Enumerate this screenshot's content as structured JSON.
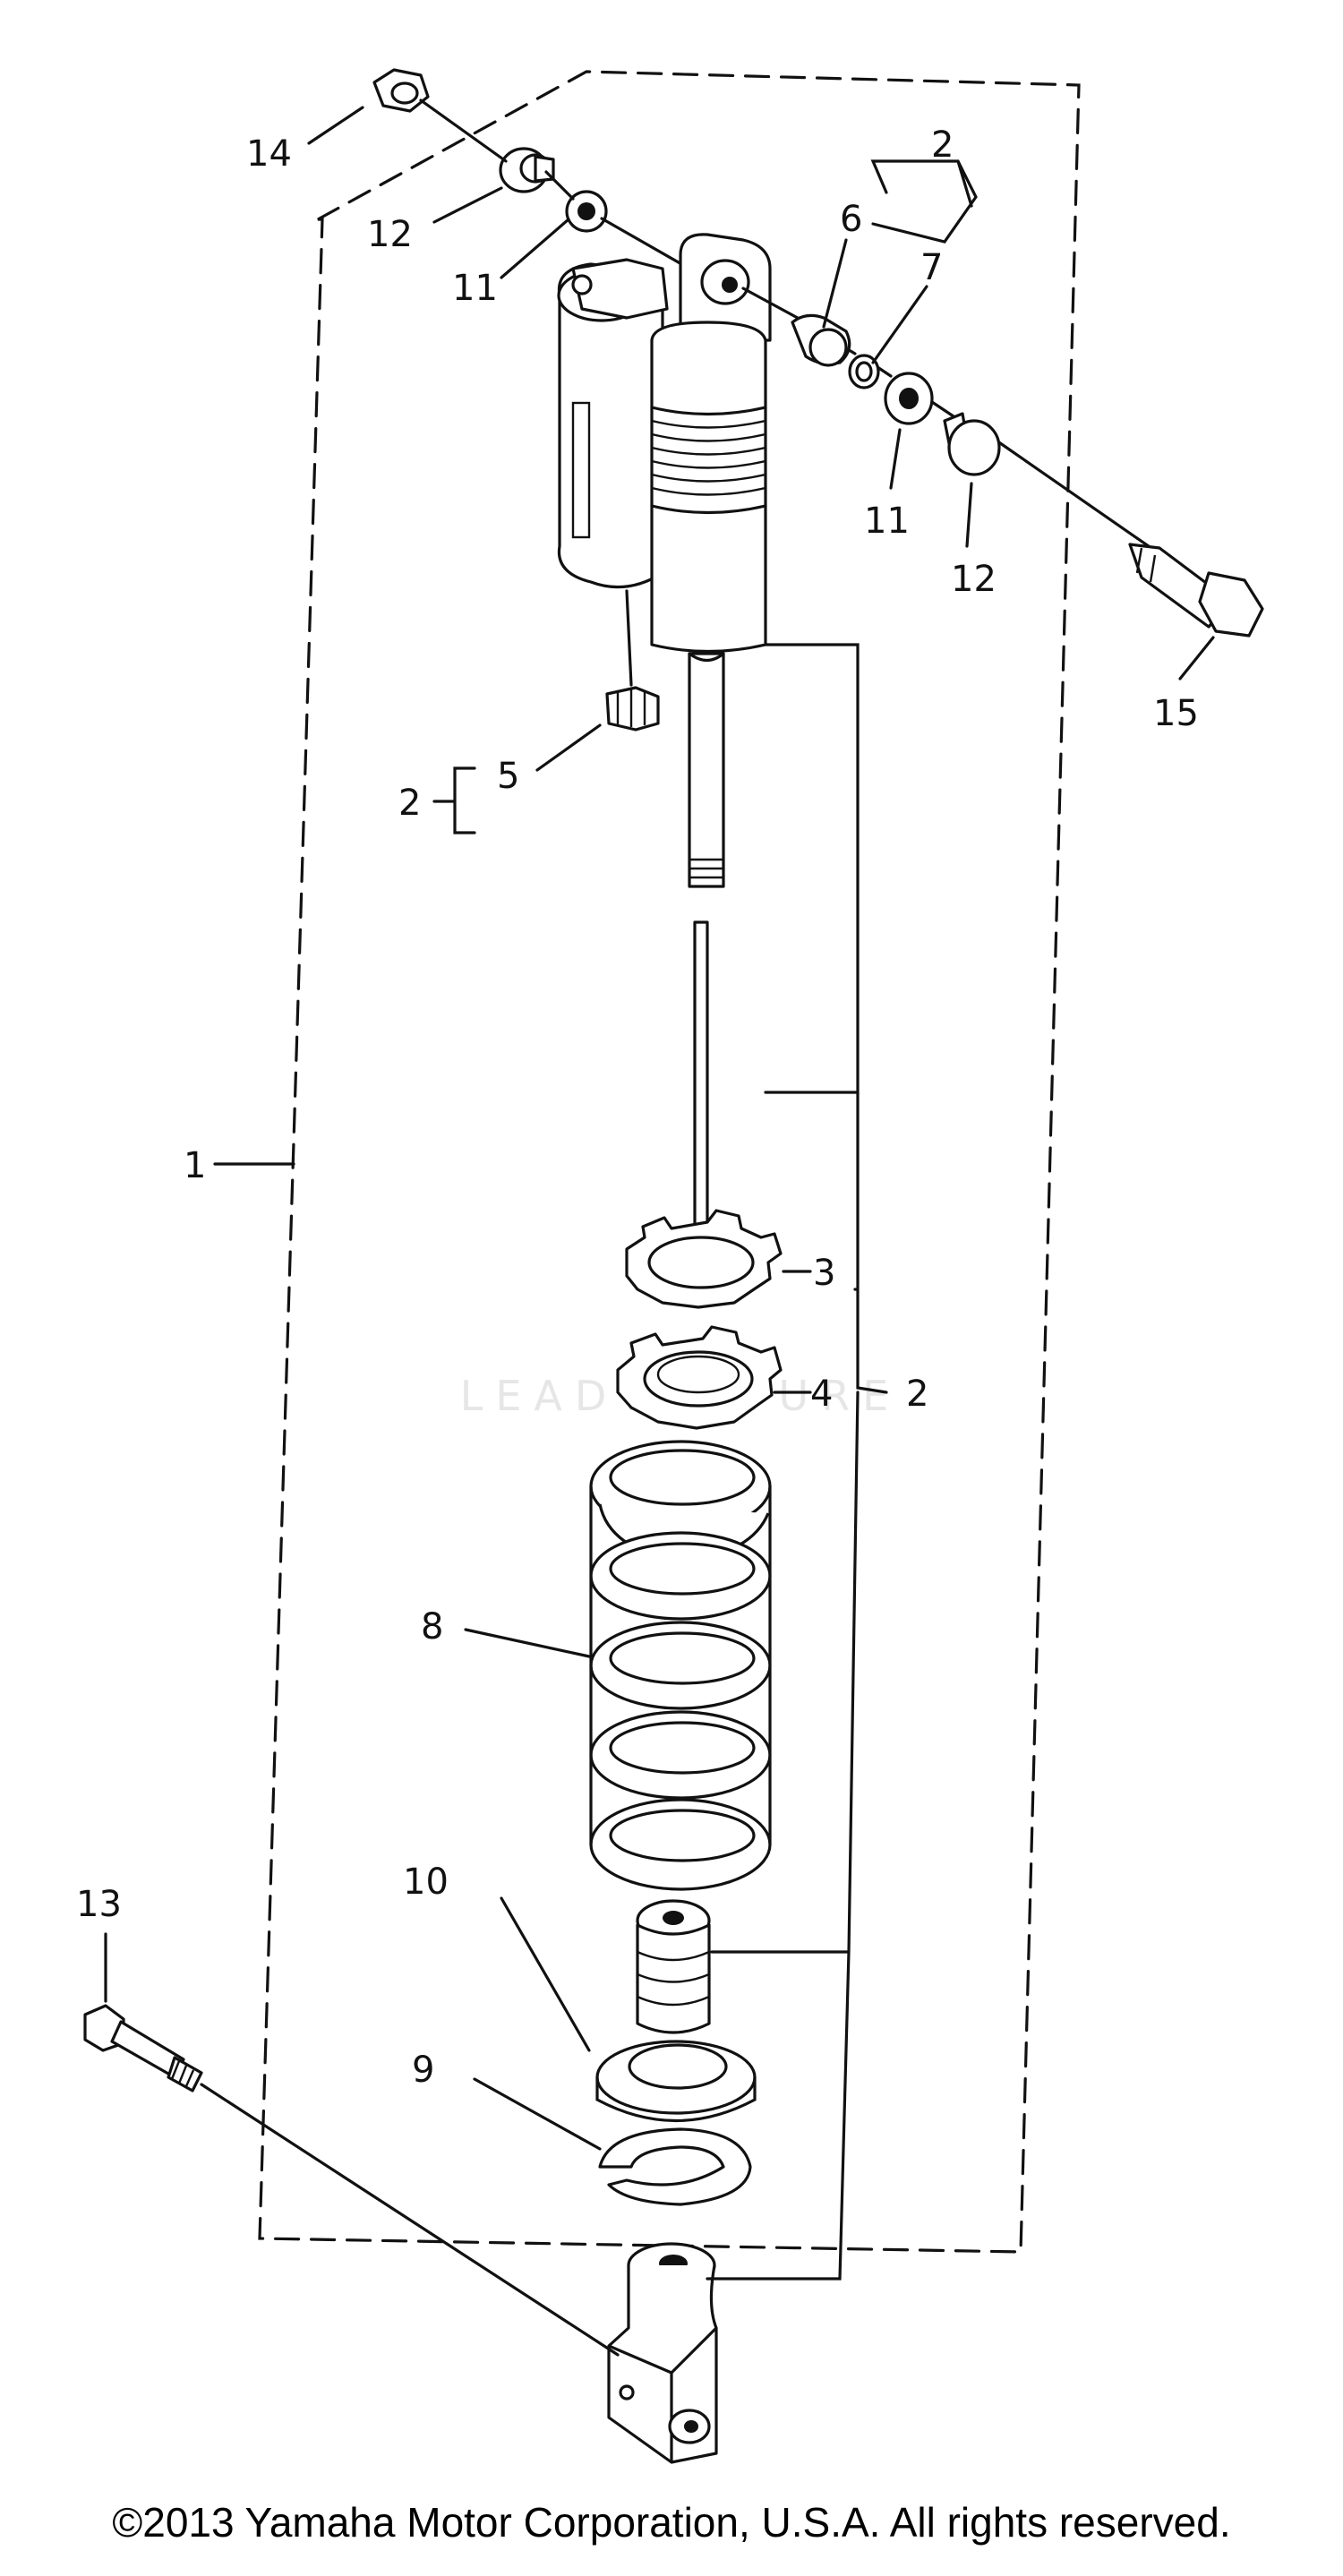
{
  "callouts": {
    "c1": "1",
    "c2_top": "2",
    "c2_left": "2",
    "c2_right": "2",
    "c3": "3",
    "c4": "4",
    "c5": "5",
    "c6": "6",
    "c7": "7",
    "c8": "8",
    "c9": "9",
    "c10": "10",
    "c11_left": "11",
    "c11_right": "11",
    "c12_left": "12",
    "c12_right": "12",
    "c13": "13",
    "c14": "14",
    "c15": "15"
  },
  "watermark": "LEADVENTURE",
  "footer": "©2013 Yamaha Motor Corporation, U.S.A. All rights reserved."
}
